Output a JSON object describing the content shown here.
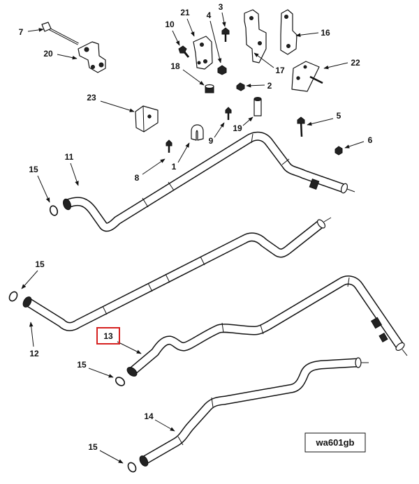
{
  "figure_id": "wa601gb",
  "selected_callout": "13",
  "highlight_color": "#d6201f",
  "callouts": [
    {
      "label": "7"
    },
    {
      "label": "20"
    },
    {
      "label": "21"
    },
    {
      "label": "10"
    },
    {
      "label": "4"
    },
    {
      "label": "3"
    },
    {
      "label": "18"
    },
    {
      "label": "2"
    },
    {
      "label": "17"
    },
    {
      "label": "16"
    },
    {
      "label": "22"
    },
    {
      "label": "23"
    },
    {
      "label": "5"
    },
    {
      "label": "19"
    },
    {
      "label": "9"
    },
    {
      "label": "6"
    },
    {
      "label": "11"
    },
    {
      "label": "15"
    },
    {
      "label": "8"
    },
    {
      "label": "1"
    },
    {
      "label": "15"
    },
    {
      "label": "12"
    },
    {
      "label": "13"
    },
    {
      "label": "15"
    },
    {
      "label": "14"
    },
    {
      "label": "15"
    }
  ]
}
